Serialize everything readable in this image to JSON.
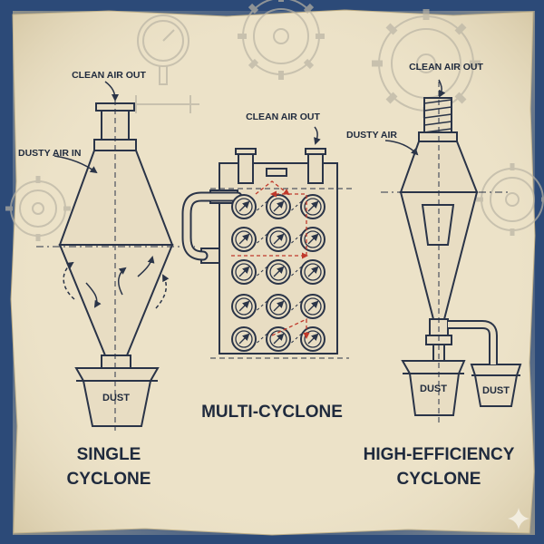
{
  "labels": {
    "single_clean_air": "CLEAN AIR OUT",
    "single_dusty_air": "DUSTY AIR IN",
    "single_dust": "DUST",
    "single_title_1": "SINGLE",
    "single_title_2": "CYCLONE",
    "multi_clean_air": "CLEAN AIR OUT",
    "multi_title": "MULTI-CYCLONE",
    "he_clean_air": "CLEAN AIR OUT",
    "he_dusty_air": "DUSTY AIR",
    "he_dust_1": "DUST",
    "he_dust_2": "DUST",
    "he_title_1": "HIGH-EFFICIENCY",
    "he_title_2": "CYCLONE"
  },
  "colors": {
    "paper": "#ece2c8",
    "ink": "#2a3448",
    "frame": "#2c4a78",
    "flow_arrow": "#c0392b",
    "faded_gear": "#b9b4a4"
  },
  "icons": [
    "gear-icon",
    "pressure-gauge-icon",
    "sparkle-icon"
  ]
}
